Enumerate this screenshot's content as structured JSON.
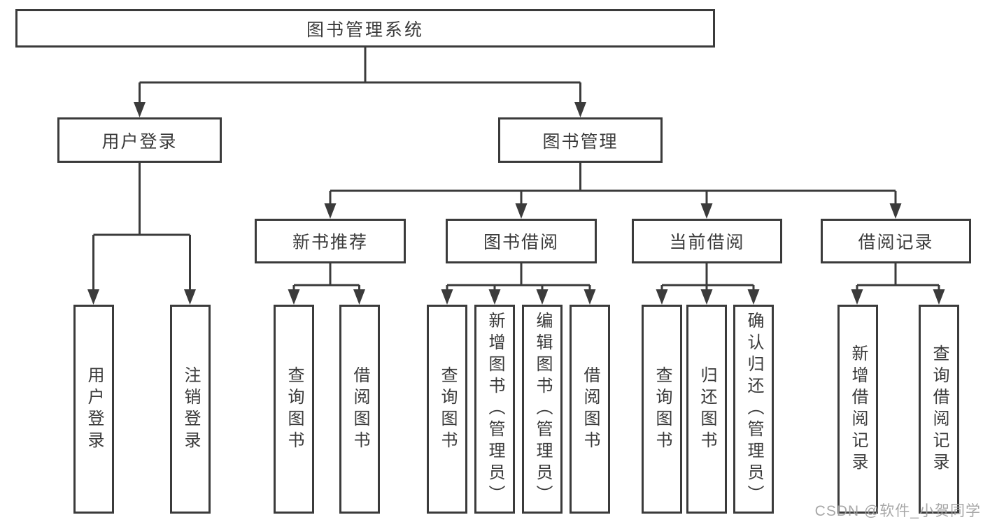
{
  "colors": {
    "line": "#3b3b3b",
    "text": "#3a3a3a",
    "background": "#ffffff",
    "watermark": "#9e9e9e"
  },
  "tree": {
    "root": {
      "label": "图书管理系统",
      "children": [
        {
          "label": "用户登录",
          "children": [
            {
              "label": "用户登录"
            },
            {
              "label": "注销登录"
            }
          ]
        },
        {
          "label": "图书管理",
          "children": [
            {
              "label": "新书推荐",
              "children": [
                {
                  "label": "查询图书"
                },
                {
                  "label": "借阅图书"
                }
              ]
            },
            {
              "label": "图书借阅",
              "children": [
                {
                  "label": "查询图书"
                },
                {
                  "label": "新增图书（管理员）"
                },
                {
                  "label": "编辑图书（管理员）"
                },
                {
                  "label": "借阅图书"
                }
              ]
            },
            {
              "label": "当前借阅",
              "children": [
                {
                  "label": "查询图书"
                },
                {
                  "label": "归还图书"
                },
                {
                  "label": "确认归还（管理员）"
                }
              ]
            },
            {
              "label": "借阅记录",
              "children": [
                {
                  "label": "新增借阅记录"
                },
                {
                  "label": "查询借阅记录"
                }
              ]
            }
          ]
        }
      ]
    }
  },
  "watermark": {
    "text": "CSDN @软件_小贺同学"
  }
}
